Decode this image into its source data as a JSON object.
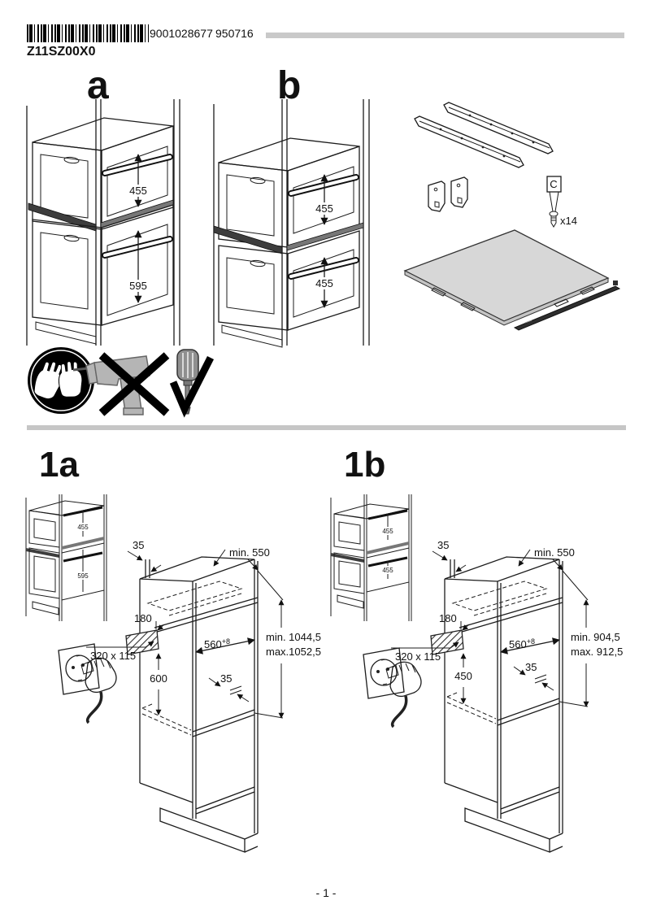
{
  "header": {
    "barcode_number": "9001028677",
    "print_code": "950716",
    "model": "Z11SZ00X0"
  },
  "overview": {
    "variant_a": {
      "label": "a",
      "upper": "455",
      "lower": "595"
    },
    "variant_b": {
      "label": "b",
      "upper": "455",
      "lower": "455"
    },
    "parts": {
      "screw_ref": "C",
      "screw_qty": "x14"
    }
  },
  "icons": {
    "gloves": "wear-protective-gloves",
    "no_drill": "power-screwdriver-forbidden",
    "screwdriver": "hand-screwdriver-required"
  },
  "steps": {
    "s1a": {
      "label": "1a",
      "panel_thickness": "35",
      "depth": "min. 550",
      "cutout_offset": "180",
      "cutout_size": "320 x 115",
      "niche_width": "560",
      "niche_width_tol": "+8",
      "cutout_to_shelf": "600",
      "shelf_setback": "35",
      "height_min": "min. 1044,5",
      "height_max": "max.1052,5"
    },
    "s1b": {
      "label": "1b",
      "panel_thickness": "35",
      "depth": "min. 550",
      "cutout_offset": "180",
      "cutout_size": "320 x 115",
      "niche_width": "560",
      "niche_width_tol": "+8",
      "cutout_to_shelf": "450",
      "shelf_setback": "35",
      "height_min": "min. 904,5",
      "height_max": "max. 912,5"
    }
  },
  "footer": {
    "page_number": "- 1 -"
  },
  "colors": {
    "divider": "#c6c6c6",
    "header_bar": "#c9c9c9",
    "shelf_fill": "#d7d7d7",
    "dark_strip": "#3d3d3d",
    "drill_gray": "#b5b5b5"
  }
}
